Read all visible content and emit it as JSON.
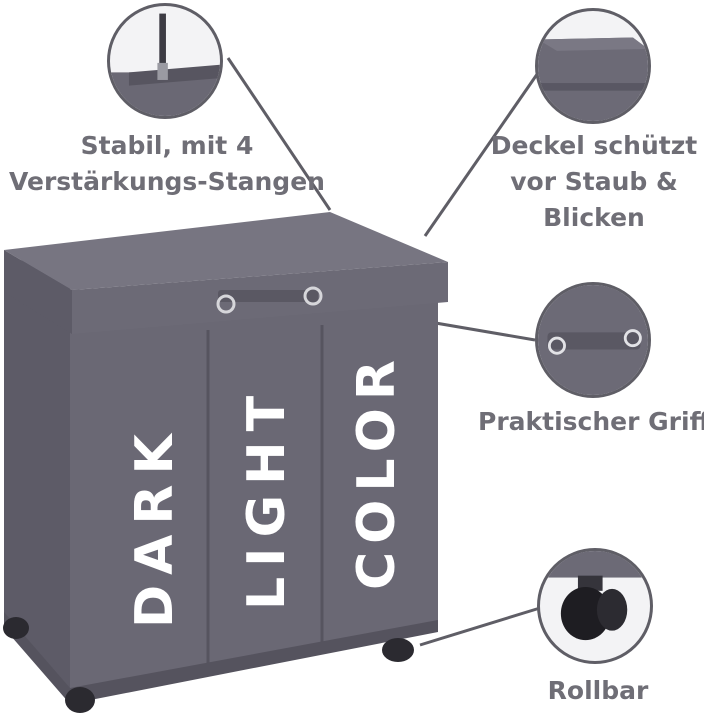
{
  "captions": {
    "stabil_line1": "Stabil, mit 4",
    "stabil_line2": "Verstärkungs-Stangen",
    "deckel_line1": "Deckel schützt",
    "deckel_line2": "vor Staub &",
    "deckel_line3": "Blicken",
    "griff": "Praktischer Griff",
    "rollbar": "Rollbar"
  },
  "compartments": {
    "left": "DARK",
    "middle": "LIGHT",
    "right": "COLOR"
  },
  "colors": {
    "hamper": "#6a6874",
    "hamper_dark": "#55535e",
    "lid": "#716f7b",
    "caption": "#6f6e76",
    "print": "#ffffff"
  }
}
